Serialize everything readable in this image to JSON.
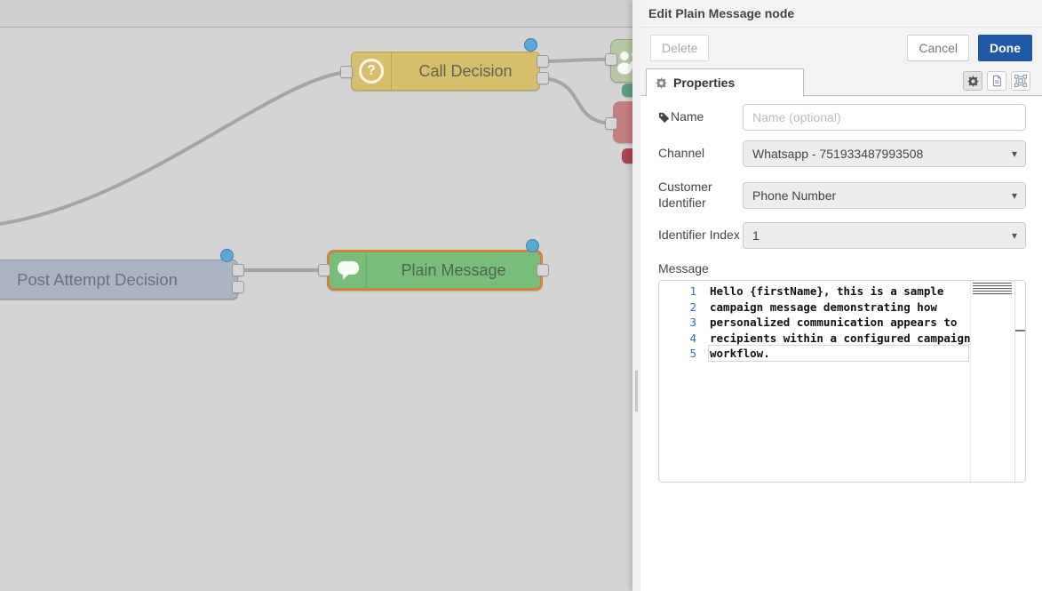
{
  "tray": {
    "title": "Edit Plain Message node",
    "toolbar": {
      "delete_label": "Delete",
      "cancel_label": "Cancel",
      "done_label": "Done"
    },
    "tab_properties": "Properties",
    "form": {
      "name": {
        "label": "Name",
        "placeholder": "Name (optional)",
        "value": ""
      },
      "channel": {
        "label": "Channel",
        "value": "Whatsapp - 751933487993508"
      },
      "customer_identifier": {
        "label": "Customer Identifier",
        "value": "Phone Number"
      },
      "identifier_index": {
        "label": "Identifier Index",
        "value": "1"
      },
      "message": {
        "label": "Message",
        "line_numbers": [
          "1",
          "2",
          "3",
          "4",
          "5"
        ],
        "lines": [
          "Hello {firstName}, this is a sample",
          "campaign message demonstrating how",
          "personalized communication appears to",
          "recipients within a configured campaign",
          "workflow."
        ]
      }
    }
  },
  "canvas": {
    "nodes": {
      "call_decision": {
        "label": "Call Decision",
        "icon_glyph": "?"
      },
      "post_attempt_decision": {
        "label": "Post Attempt Decision"
      },
      "plain_message": {
        "label": "Plain Message"
      }
    }
  },
  "icons": {
    "caret": "▾"
  },
  "colors": {
    "done_button": "#2058a8",
    "node_call_decision": "#d5bf6d",
    "node_post_attempt_decision": "#aab4c2",
    "node_plain_message": "#79bd7b",
    "selection_border": "#d0823f",
    "status_dot": "#58a8d8",
    "wire": "#a5a5a5",
    "line_number": "#2b70b8"
  }
}
